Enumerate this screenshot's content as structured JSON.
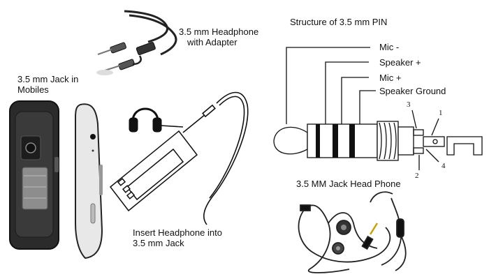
{
  "captions": {
    "headphone_adapter_line1": "3.5 mm Headphone",
    "headphone_adapter_line2": "with Adapter",
    "jack_in_mobiles_line1": "3.5 mm Jack in",
    "jack_in_mobiles_line2": "Mobiles",
    "structure_title": "Structure of 3.5 mm PIN",
    "insert_line1": "Insert Headphone into",
    "insert_line2": "3.5 mm Jack",
    "jack_head_phone": "3.5 MM Jack Head Phone"
  },
  "pin_labels": [
    "Mic -",
    "Speaker +",
    "Mic +",
    "Speaker Ground"
  ],
  "contact_numbers": [
    "3",
    "1",
    "4",
    "2"
  ],
  "colors": {
    "line": "#111111",
    "phone_body": "#2b2b2b",
    "phone_side": "#e8e8e8",
    "cable": "#222222"
  },
  "icons": [
    "headphone-icon",
    "audio-cable-icon",
    "smartphone-icon",
    "earphones-icon",
    "trrs-plug-icon"
  ]
}
